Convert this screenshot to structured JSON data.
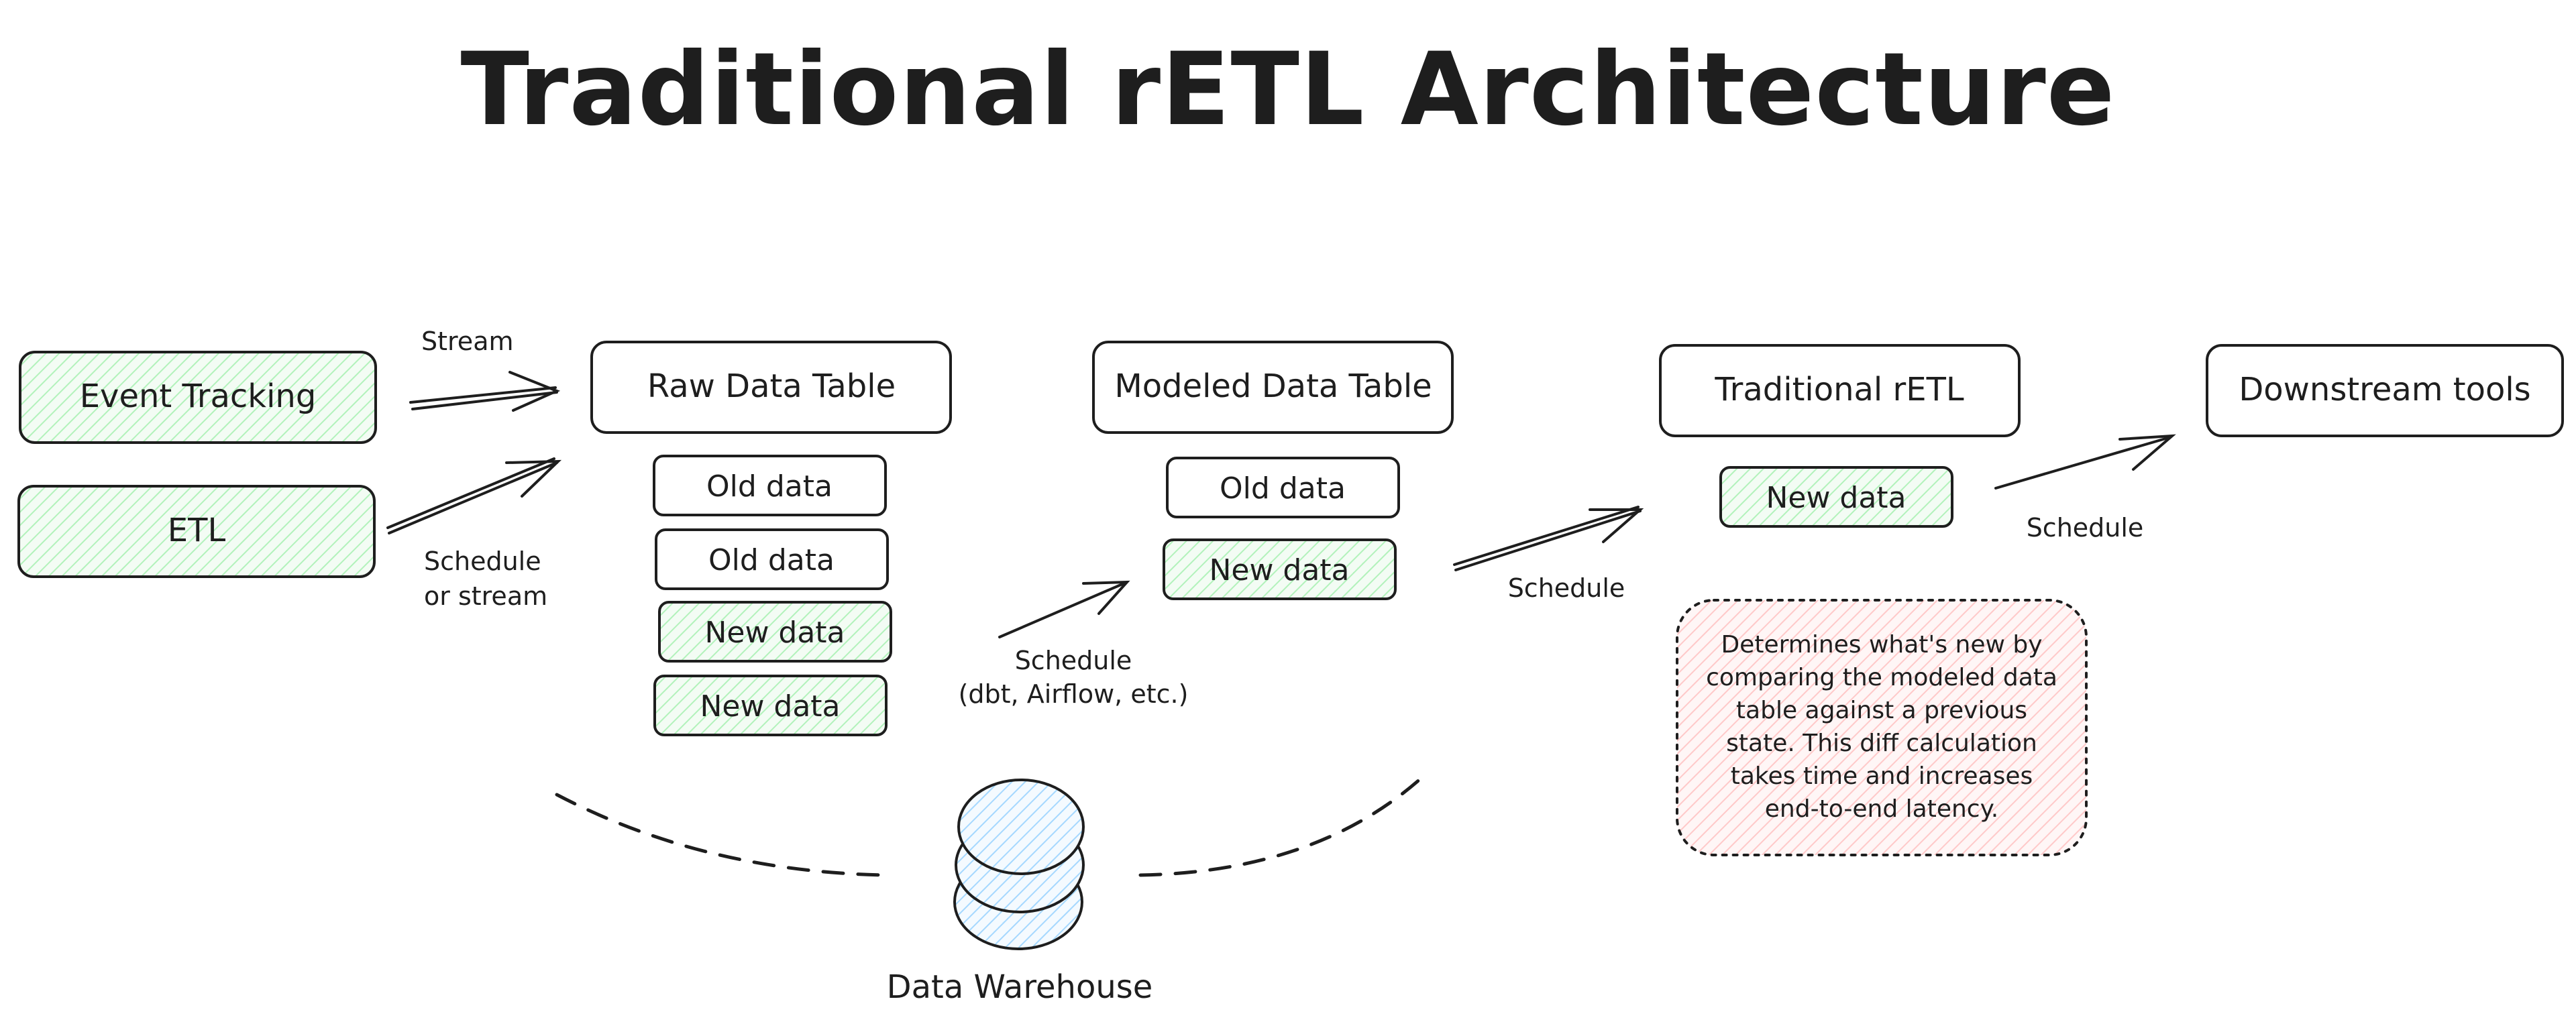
{
  "title": "Traditional rETL Architecture",
  "colors": {
    "stroke": "#1e1e1e",
    "green_fill": "#b2f2bb",
    "red_fill": "#ffc9c9",
    "blue_fill": "#a5d8ff"
  },
  "sources": {
    "event_tracking": "Event Tracking",
    "etl": "ETL"
  },
  "raw_table": {
    "label": "Raw Data Table",
    "rows": [
      "Old data",
      "Old data",
      "New data",
      "New data"
    ]
  },
  "modeled_table": {
    "label": "Modeled Data Table",
    "rows": [
      "Old data",
      "New data"
    ]
  },
  "traditional_retl": {
    "label": "Traditional rETL",
    "row": "New data"
  },
  "downstream": {
    "label": "Downstream tools"
  },
  "edge_labels": {
    "stream": "Stream",
    "schedule_or_stream_1": "Schedule",
    "schedule_or_stream_2": "or stream",
    "schedule_dbt_1": "Schedule",
    "schedule_dbt_2": "(dbt, Airflow, etc.)",
    "schedule_to_retl": "Schedule",
    "schedule_to_downstream": "Schedule"
  },
  "note": {
    "lines": [
      "Determines what's new by",
      "comparing the modeled data",
      "table against a previous",
      "state. This diff calculation",
      "takes time and increases",
      "end-to-end latency."
    ]
  },
  "warehouse": {
    "label": "Data Warehouse",
    "icon": "database-icon"
  }
}
